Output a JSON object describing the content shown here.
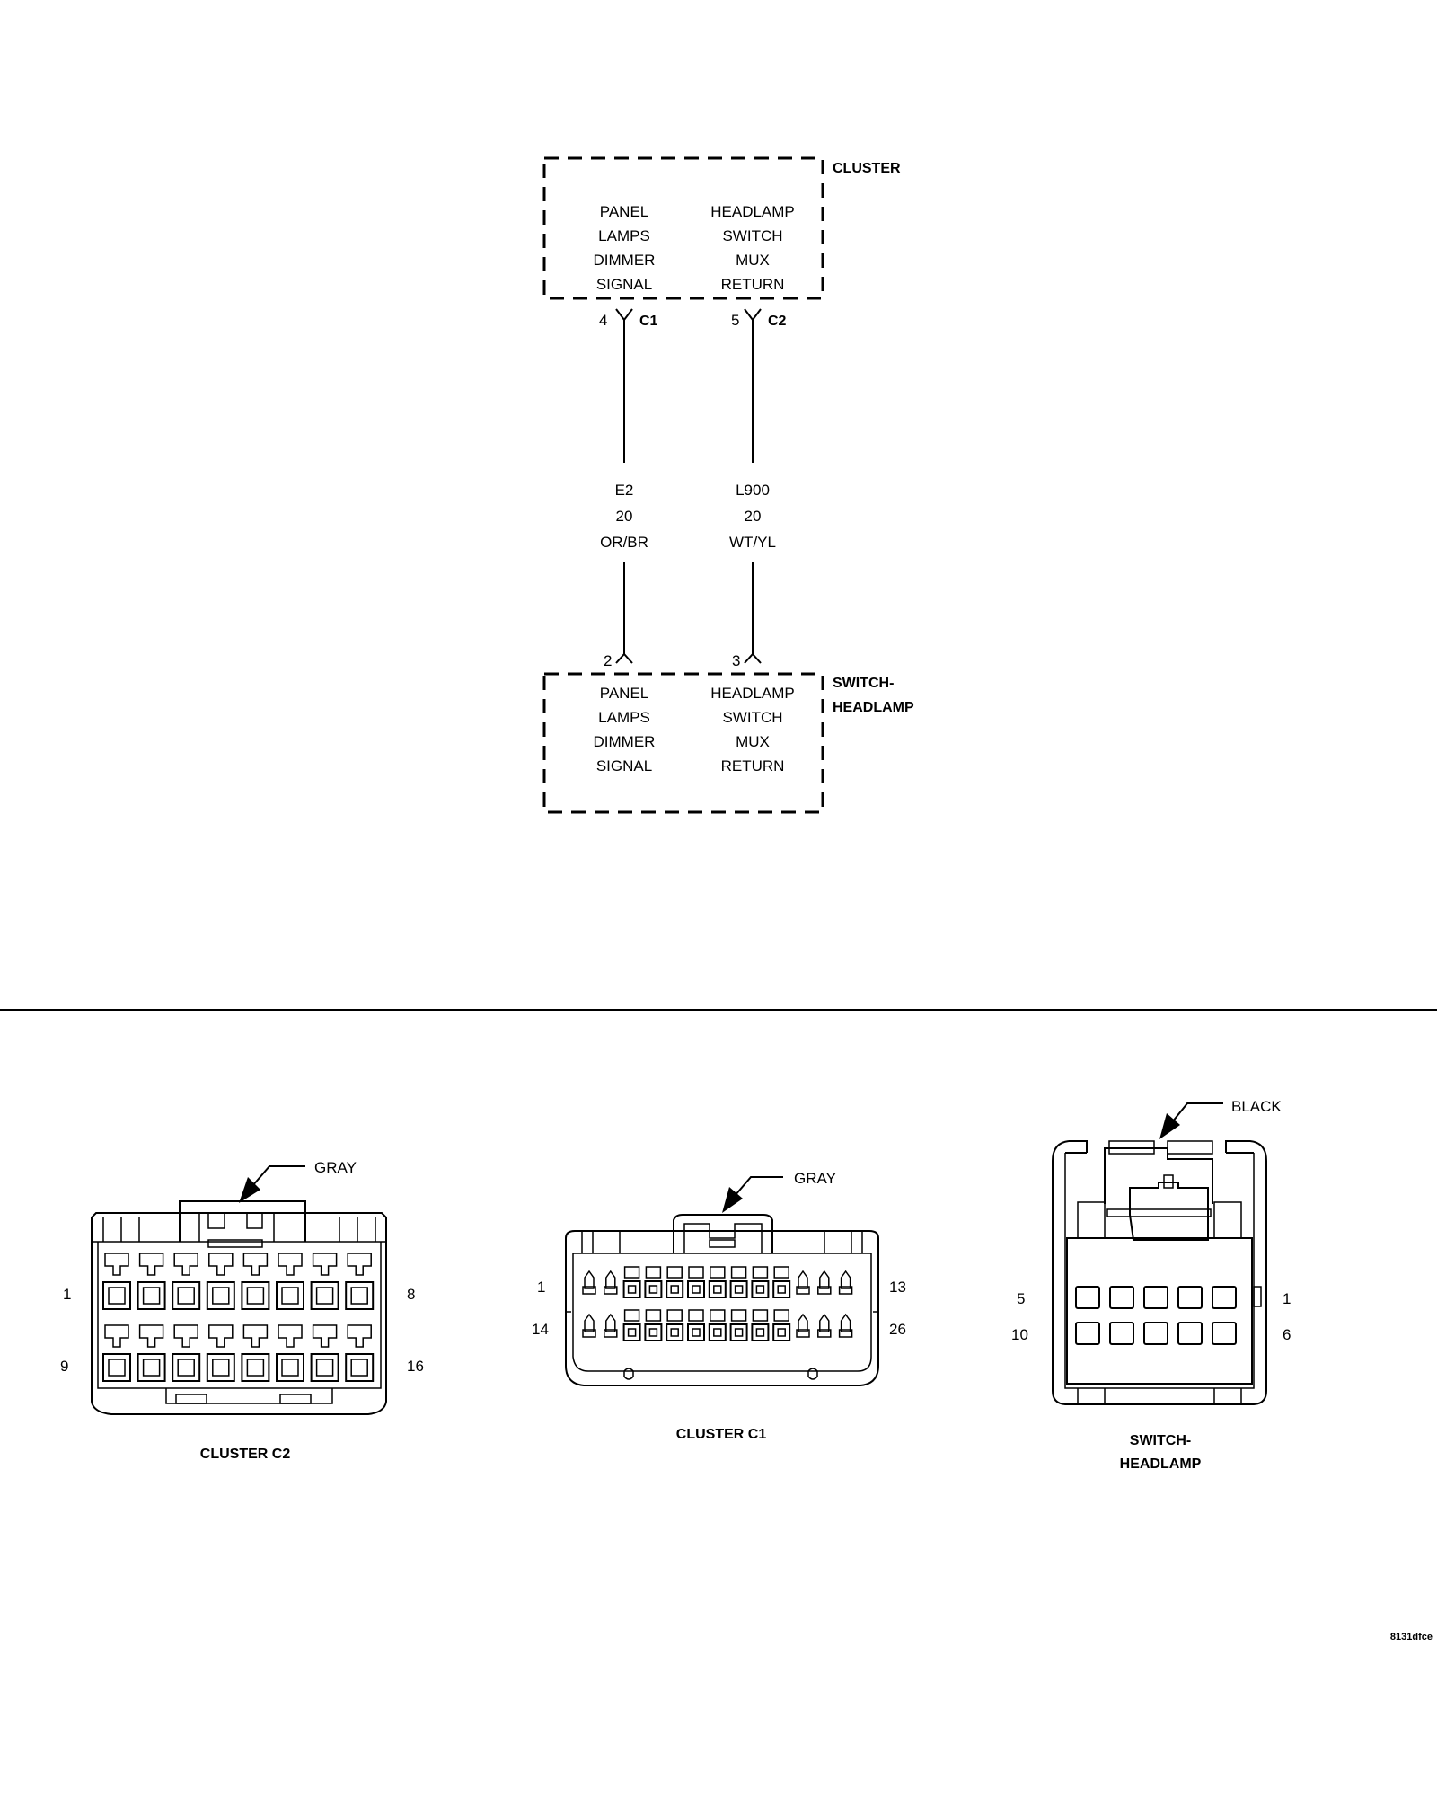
{
  "cluster": {
    "name": "CLUSTER",
    "left_circuit": [
      "PANEL",
      "LAMPS",
      "DIMMER",
      "SIGNAL"
    ],
    "right_circuit": [
      "HEADLAMP",
      "SWITCH",
      "MUX",
      "RETURN"
    ]
  },
  "switch": {
    "name_line1": "SWITCH-",
    "name_line2": "HEADLAMP",
    "left_circuit": [
      "PANEL",
      "LAMPS",
      "DIMMER",
      "SIGNAL"
    ],
    "right_circuit": [
      "HEADLAMP",
      "SWITCH",
      "MUX",
      "RETURN"
    ]
  },
  "wires": [
    {
      "top_pin": "4",
      "connector": "C1",
      "circuit": "E2",
      "gauge": "20",
      "color": "OR/BR",
      "bottom_pin": "2"
    },
    {
      "top_pin": "5",
      "connector": "C2",
      "circuit": "L900",
      "gauge": "20",
      "color": "WT/YL",
      "bottom_pin": "3"
    }
  ],
  "connector_views": [
    {
      "title": "CLUSTER C2",
      "color_label": "GRAY",
      "pins": {
        "top_left": "1",
        "top_right": "8",
        "bottom_left": "9",
        "bottom_right": "16"
      }
    },
    {
      "title": "CLUSTER C1",
      "color_label": "GRAY",
      "pins": {
        "top_left": "1",
        "top_right": "13",
        "bottom_left": "14",
        "bottom_right": "26"
      }
    },
    {
      "title_line1": "SWITCH-",
      "title_line2": "HEADLAMP",
      "color_label": "BLACK",
      "pins": {
        "top_left": "5",
        "top_right": "1",
        "bottom_left": "10",
        "bottom_right": "6"
      }
    }
  ],
  "figure_id": "8131dfce"
}
